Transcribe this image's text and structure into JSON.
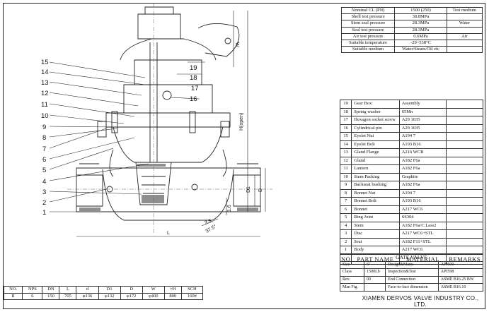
{
  "spec_table": [
    [
      "Nominal CL (PN)",
      "1500 (250)",
      "Test medium"
    ],
    [
      "Shell test pressure",
      "38.8MPa",
      ""
    ],
    [
      "Stem seal pressure",
      "28.3MPa",
      "Water"
    ],
    [
      "Seal test pressure",
      "28.3MPa",
      ""
    ],
    [
      "Air test pressure",
      "0.6MPa",
      "Air"
    ],
    [
      "Suitable temperature",
      "-29~538°C",
      ""
    ],
    [
      "Suitable medium",
      "Water/Steam/Oil etc",
      ""
    ]
  ],
  "parts": [
    [
      "19",
      "Gear Box",
      "Assembly"
    ],
    [
      "18",
      "Spring washer",
      "65Mn"
    ],
    [
      "17",
      "Hexagon socket screw",
      "A29 1035"
    ],
    [
      "16",
      "Cylindrical pin",
      "A29 1035"
    ],
    [
      "15",
      "Eyelet Nut",
      "A194 7"
    ],
    [
      "14",
      "Eyelet Bolt",
      "A193 B16"
    ],
    [
      "13",
      "Gland Flange",
      "A216 WCB"
    ],
    [
      "12",
      "Gland",
      "A182 F6a"
    ],
    [
      "11",
      "Lantern",
      "A182 F6a"
    ],
    [
      "10",
      "Stem Packing",
      "Graphite"
    ],
    [
      "9",
      "Backseat bushing",
      "A182 F6a"
    ],
    [
      "8",
      "Bonnet Nut",
      "A194 7"
    ],
    [
      "7",
      "Bonnet Bolt",
      "A193 B16"
    ],
    [
      "6",
      "Bonnet",
      "A217 WC6"
    ],
    [
      "5",
      "Ring Joint",
      "SS304"
    ],
    [
      "4",
      "Stem",
      "A182 F6a/C.Lass2"
    ],
    [
      "3",
      "Disc",
      "A217 WC6+STL"
    ],
    [
      "2",
      "Seat",
      "A182 F11+STL"
    ],
    [
      "1",
      "Body",
      "A217 WC6"
    ]
  ],
  "parts_header": {
    "no": "NO",
    "name": "PART NAME",
    "material": "MATERIAL",
    "remarks": "REMARKS"
  },
  "title_block": {
    "title": "GATE VALVE",
    "rows": [
      [
        "Size",
        "6\"",
        "Design&Manu",
        "API600"
      ],
      [
        "Class",
        "1500Lb",
        "Inspection&Test",
        "API598"
      ],
      [
        "Rev.",
        "00",
        "End Connection",
        "ASME B16.25 BW"
      ],
      [
        "Man Fig.",
        "",
        "Face-to-face dimension",
        "ASME B16.10"
      ]
    ],
    "company": "XIAMEN DERVOS VALVE INDUSTRY CO., LTD."
  },
  "dims_table": {
    "headers": [
      "NO.",
      "NPS",
      "DN",
      "L",
      "d",
      "D1",
      "D",
      "W",
      "≈H",
      "SCH"
    ],
    "row": [
      "II",
      "6",
      "150",
      "705",
      "φ136",
      "φ132",
      "φ172",
      "φ400",
      "800",
      "160#"
    ]
  },
  "callouts": [
    "15",
    "14",
    "13",
    "12",
    "11",
    "10",
    "9",
    "8",
    "7",
    "6",
    "5",
    "4",
    "3",
    "2",
    "1",
    "19",
    "18",
    "17",
    "16"
  ],
  "dim_labels": {
    "w": "W",
    "h": "H(open)",
    "l": "L",
    "d": "d",
    "d1": "D1",
    "dd": "D",
    "r": "3.5",
    "s": "1.6",
    "ang": "37.5°"
  }
}
